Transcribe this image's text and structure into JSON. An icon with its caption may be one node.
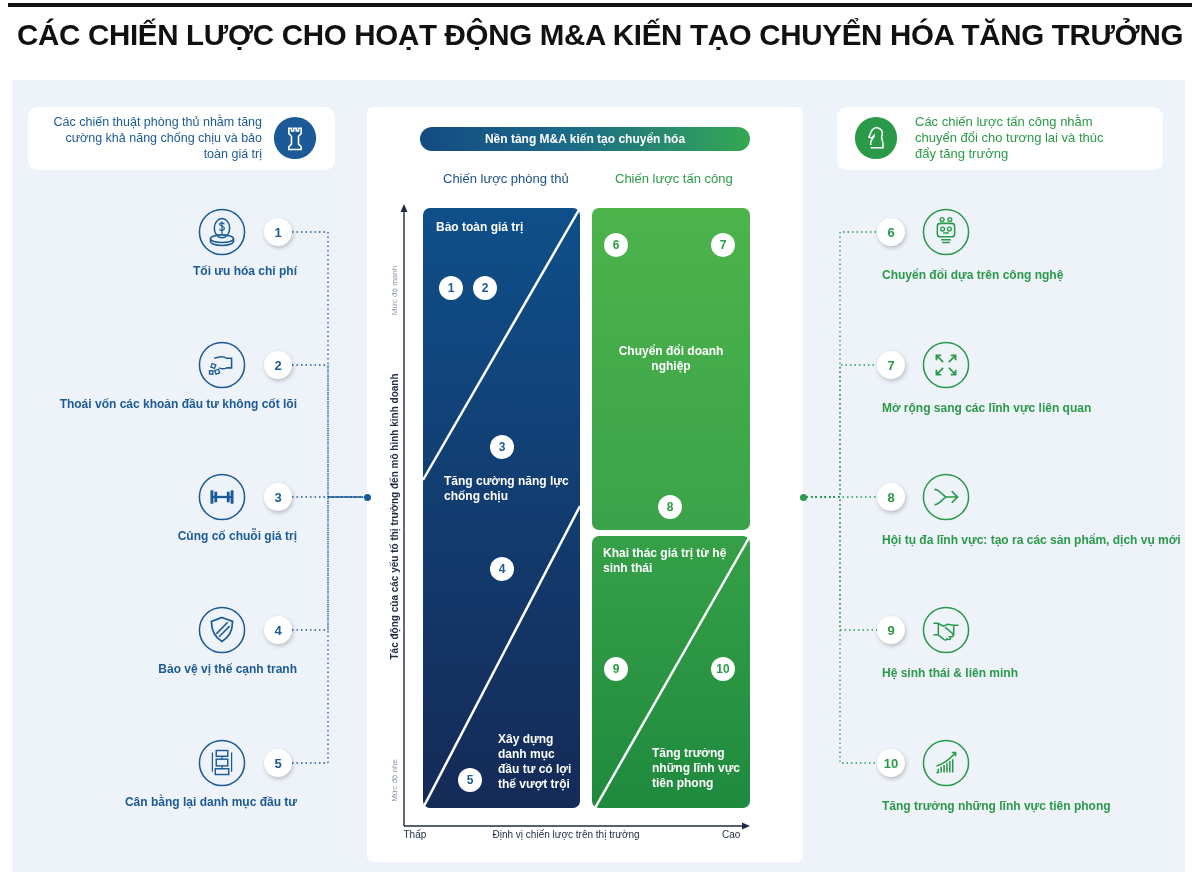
{
  "diagram": {
    "title": "CÁC CHIẾN LƯỢC CHO HOẠT ĐỘNG M&A KIẾN TẠO CHUYỂN HÓA TĂNG TRƯỞNG",
    "nodes": [
      {
        "text": [
          "Các chiến thuật phòng thủ nhằm tăng cường khả năng chống chịu và bảo toàn giá trị"
        ]
      },
      {
        "text": [],
        "shape": "box"
      },
      {
        "text": [
          "Nền tảng M&A kiến tạo chuyển hóa"
        ],
        "in": 1
      },
      {
        "text": [
          "Các chiến lược tấn công nhằm chuyển đổi cho tương lai và thúc đẩy tăng trưởng"
        ]
      },
      {
        "text": [
          "1"
        ],
        "beside": [
          "Tối ưu hóa chi phí"
        ]
      },
      {
        "text": [
          "2"
        ],
        "beside": [
          "Thoái vốn các khoản đầu tư không cốt lõi"
        ]
      },
      {
        "text": [
          "3"
        ],
        "beside": [
          "Củng cố chuỗi giá trị"
        ]
      },
      {
        "text": [
          "4"
        ],
        "beside": [
          "Bảo vệ vị thế cạnh tranh"
        ]
      },
      {
        "text": [
          "5"
        ],
        "beside": [
          "Cân bằng lại danh mục đầu tư"
        ]
      },
      {
        "text": [],
        "shape": "circle"
      },
      {
        "text": [
          "Bảo toàn giá trị",
          "Tăng cường năng lực chống chịu",
          "Xây dựng danh mục đầu tư có lợi thế vượt trội"
        ],
        "in": 1
      },
      {
        "text": [
          "1"
        ],
        "in": 10
      },
      {
        "text": [
          "2"
        ],
        "in": 10
      },
      {
        "text": [
          "3"
        ],
        "in": 10
      },
      {
        "text": [
          "4"
        ],
        "in": 10
      },
      {
        "text": [
          "5"
        ],
        "in": 10
      },
      {
        "text": [
          "Chuyển đổi doanh nghiệp"
        ],
        "in": 1
      },
      {
        "text": [
          "6"
        ],
        "in": 16
      },
      {
        "text": [
          "7"
        ],
        "in": 16
      },
      {
        "text": [
          "8"
        ],
        "in": 16
      },
      {
        "text": [
          "Khai thác giá trị từ hệ sinh thái",
          "Tăng trưởng những lĩnh vực tiên phong"
        ],
        "in": 1
      },
      {
        "text": [
          "9"
        ],
        "in": 20
      },
      {
        "text": [
          "10"
        ],
        "in": 20
      },
      {
        "text": [],
        "shape": "circle"
      },
      {
        "text": [
          "6"
        ],
        "beside": [
          "Chuyển đổi dựa trên công nghệ"
        ]
      },
      {
        "text": [
          "7"
        ],
        "beside": [
          "Mở rộng sang các lĩnh vực liên quan"
        ]
      },
      {
        "text": [
          "8"
        ],
        "beside": [
          "Hội tụ đa lĩnh vực: tạo ra các sản phẩm, dịch vụ mới"
        ]
      },
      {
        "text": [
          "9"
        ],
        "beside": [
          "Hệ sinh thái & liên minh"
        ]
      },
      {
        "text": [
          "10"
        ],
        "beside": [
          "Tăng trưởng những lĩnh vực tiên phong"
        ]
      }
    ],
    "edges": [
      {
        "from": 4,
        "to": 9,
        "arrow": "none",
        "style": "dashed",
        "color": "#1b5a96"
      },
      {
        "from": 5,
        "to": 9,
        "arrow": "none",
        "style": "dashed",
        "color": "#1b5a96"
      },
      {
        "from": 6,
        "to": 9,
        "arrow": "none",
        "style": "dashed",
        "color": "#1b5a96"
      },
      {
        "from": 7,
        "to": 9,
        "arrow": "none",
        "style": "dashed",
        "color": "#1b5a96"
      },
      {
        "from": 8,
        "to": 9,
        "arrow": "none",
        "style": "dashed",
        "color": "#1b5a96"
      },
      {
        "from": 23,
        "to": 24,
        "arrow": "none",
        "style": "dashed",
        "color": "#2a9a48"
      },
      {
        "from": 23,
        "to": 25,
        "arrow": "none",
        "style": "dashed",
        "color": "#2a9a48"
      },
      {
        "from": 23,
        "to": 26,
        "arrow": "none",
        "style": "dashed",
        "color": "#2a9a48"
      },
      {
        "from": 23,
        "to": 27,
        "arrow": "none",
        "style": "dashed",
        "color": "#2a9a48"
      },
      {
        "from": 23,
        "to": 28,
        "arrow": "none",
        "style": "dashed",
        "color": "#2a9a48"
      }
    ],
    "labels": [
      "Chiến lược phòng thủ",
      "Chiến lược tấn công",
      "Mức độ mạnh",
      "Tác động của các yếu tố thị trường đến mô hình kinh doanh",
      "Mức độ nhẹ",
      "Thấp",
      "Định vị chiến lược trên thị trường",
      "Cao"
    ]
  }
}
